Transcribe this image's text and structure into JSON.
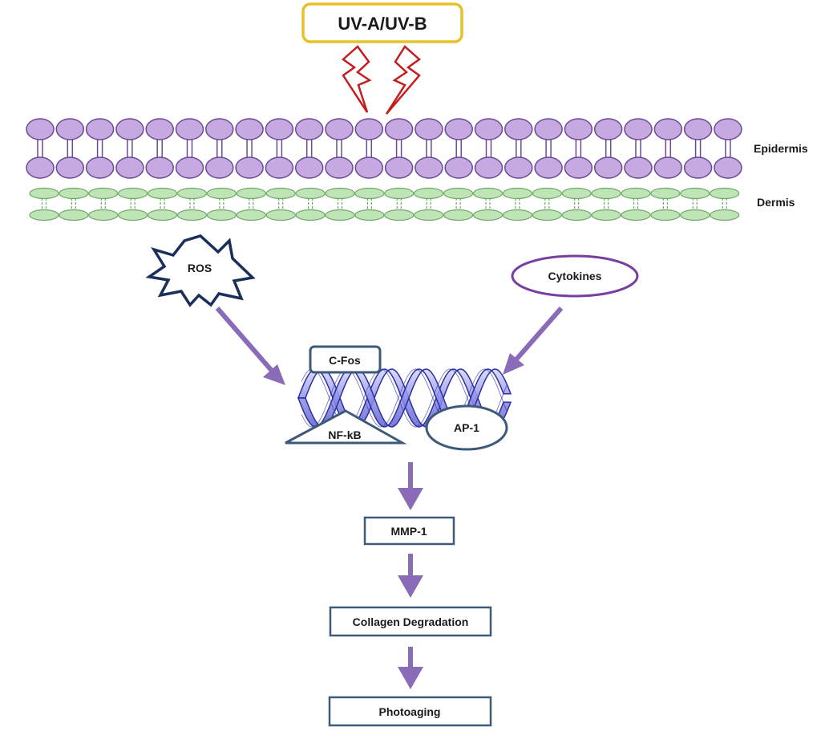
{
  "source": {
    "label": "UV-A/UV-B",
    "border_color": "#e8c12a"
  },
  "layers": {
    "epidermis_label": "Epidermis",
    "dermis_label": "Dermis",
    "epidermis_fill": "#c5a9e0",
    "epidermis_stroke": "#6a4a93",
    "dermis_fill": "#bfe4b6",
    "dermis_stroke": "#6ea867"
  },
  "lightning_color": "#c51d1d",
  "ros": {
    "label": "ROS",
    "color": "#1b2f5c"
  },
  "cytokines": {
    "label": "Cytokines",
    "color": "#7a3ea3"
  },
  "dna": {
    "cfos_label": "C-Fos",
    "nfkb_label": "NF-kB",
    "ap1_label": "AP-1",
    "helix_fill": "#8f90e8",
    "helix_stroke": "#2c2fa0",
    "shape_stroke": "#3d5a7a"
  },
  "flow": [
    {
      "label": "MMP-1"
    },
    {
      "label": "Collagen Degradation"
    },
    {
      "label": "Photoaging"
    }
  ],
  "arrow_color": "#8a6bb8",
  "box_stroke": "#3d5a7a"
}
